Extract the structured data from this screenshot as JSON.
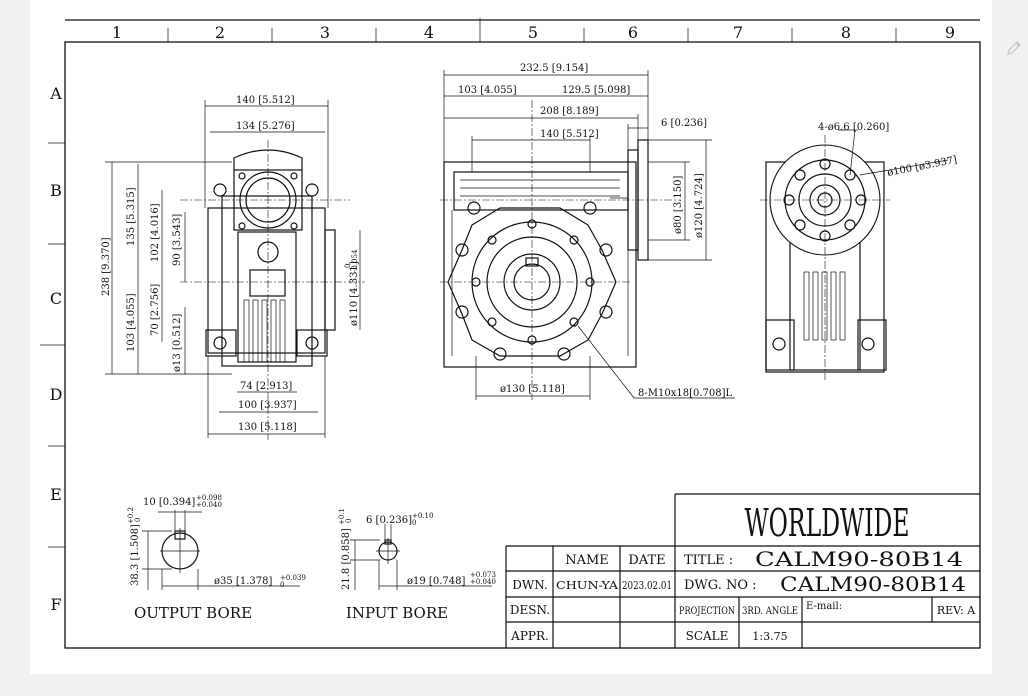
{
  "grid": {
    "columns": [
      "1",
      "2",
      "3",
      "4",
      "5",
      "6",
      "7",
      "8",
      "9"
    ],
    "rows": [
      "A",
      "B",
      "C",
      "D",
      "E",
      "F"
    ]
  },
  "views": {
    "side": {
      "dims": {
        "w140": "140 [5.512]",
        "w134": "134 [5.276]",
        "h238": "238 [9.370]",
        "h135": "135 [5.315]",
        "h102": "102 [4.016]",
        "h90": "90 [3.543]",
        "h103": "103 [4.055]",
        "h70": "70 [2.756]",
        "d13": "ø13 [0.512]",
        "d110": "ø110 [4.331]",
        "d110_tol_upper": "0",
        "d110_tol_lower": "-0.054",
        "w74": "74 [2.913]",
        "w100": "100 [3.937]",
        "w130": "130 [5.118]"
      }
    },
    "front": {
      "dims": {
        "w232": "232.5 [9.154]",
        "w103": "103 [4.055]",
        "w129": "129.5 [5.098]",
        "w208": "208 [8.189]",
        "w140": "140 [5.512]",
        "w6": "6 [0.236]",
        "d80": "ø80 [3.150]",
        "d120": "ø120 [4.724]",
        "d130": "ø130 [5.118]",
        "thread": "8-M10x18[0.708]L"
      }
    },
    "flange": {
      "dims": {
        "holes": "4-ø6.6 [0.260]",
        "d100": "ø100 [ø3.937]"
      }
    }
  },
  "output_bore": {
    "label": "OUTPUT BORE",
    "key": "10 [0.394]",
    "key_tol_upper": "+0.098",
    "key_tol_lower": "+0.040",
    "depth": "38.3 [1.508]",
    "depth_tol": "+0.2",
    "depth_tol_lower": "0",
    "bore": "ø35 [1.378]",
    "bore_tol_upper": "+0.039",
    "bore_tol_lower": "0"
  },
  "input_bore": {
    "label": "INPUT BORE",
    "key": "6 [0.236]",
    "key_tol_upper": "+0.10",
    "key_tol_lower": "0",
    "depth": "21.8 [0.858]",
    "depth_tol": "+0.1",
    "depth_tol_lower": "0",
    "bore": "ø19 [0.748]",
    "bore_tol_upper": "+0.073",
    "bore_tol_lower": "+0.040"
  },
  "title_block": {
    "company": "WORLDWIDE",
    "name_header": "NAME",
    "date_header": "DATE",
    "dwn_label": "DWN.",
    "dwn_name": "CHUN-YA",
    "dwn_date": "2023.02.01",
    "desn_label": "DESN.",
    "appr_label": "APPR.",
    "title_label": "TITLE :",
    "title_value": "CALM90-80B14",
    "dwg_label": "DWG. NO :",
    "dwg_value": "CALM90-80B14",
    "projection_label": "PROJECTION",
    "projection_value": "3RD. ANGLE",
    "email_label": "E-mail:",
    "rev": "REV: A",
    "scale_label": "SCALE",
    "scale_value": "1:3.75"
  }
}
